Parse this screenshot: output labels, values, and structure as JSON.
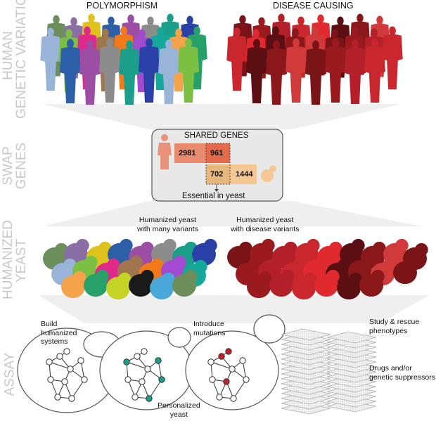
{
  "headers": {
    "left": "POLYMORPHISM",
    "right": "DISEASE CAUSING"
  },
  "side_labels": {
    "row1_line1": "HUMAN",
    "row1_line2": "GENETIC VARIATION",
    "row2_line1": "SWAP",
    "row2_line2": "GENES",
    "row3_line1": "HUMANIZED",
    "row3_line2": "YEAST",
    "row4": "ASSAY"
  },
  "shared_genes": {
    "title": "SHARED GENES",
    "human_only": "2981",
    "human_shared": "961",
    "yeast_shared": "702",
    "yeast_only": "1444",
    "footer": "Essential in yeast"
  },
  "humanized": {
    "left_line1": "Humanized yeast",
    "left_line2": "with many variants",
    "right_line1": "Humanized yeast",
    "right_line2": "with disease variants"
  },
  "assay": {
    "build_line1": "Build",
    "build_line2": "humanized",
    "build_line3": "systems",
    "introduce_line1": "Introduce",
    "introduce_line2": "mutations",
    "personalized_line1": "Personalized",
    "personalized_line2": "yeast",
    "study_line1": "Study & rescue",
    "study_line2": "phenotypes",
    "drugs_line1": "Drugs and/or",
    "drugs_line2": "genetic suppressors"
  },
  "colors": {
    "poly": [
      "#6b8e5a",
      "#8a6fa5",
      "#e0c21e",
      "#2d5fa8",
      "#9b4ea3",
      "#8c8c8c",
      "#1b9e8a",
      "#2b40a6",
      "#9ab4d9",
      "#7bc043",
      "#e02a8a",
      "#a0764f",
      "#f07a1a",
      "#a34bd0",
      "#16a89a",
      "#f5a34a",
      "#27a06a",
      "#c6d428",
      "#1a1a1a",
      "#4aa7d9"
    ],
    "disease": [
      "#7a1416",
      "#9b1a1e",
      "#b3202a",
      "#c9262e",
      "#e02a2f",
      "#5c0f12",
      "#8a1719",
      "#d13a3a"
    ],
    "accent_teal": "#1a9e8c",
    "accent_red": "#c0202a",
    "side_text": "#c9c9c9"
  }
}
